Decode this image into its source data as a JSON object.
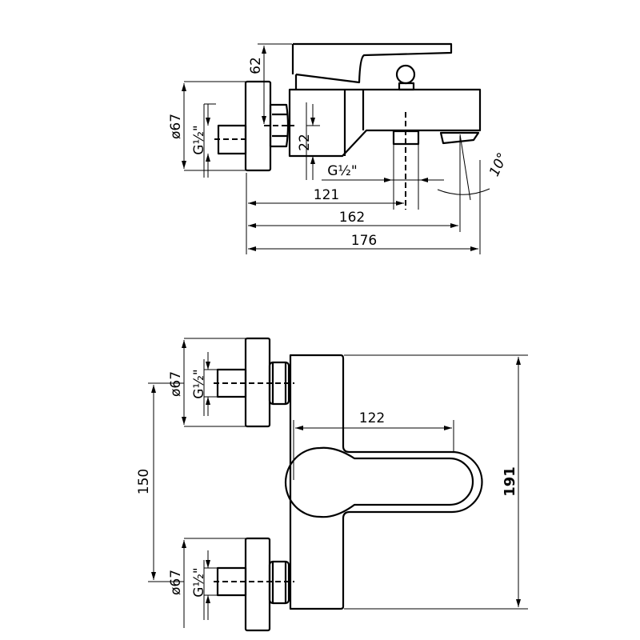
{
  "side_view": {
    "dims": {
      "handle_height": "62",
      "flange_diameter": "ø67",
      "inlet_thread": "G½\"",
      "outlet_offset": "22",
      "outlet_thread": "G½\"",
      "outlet_distance": "121",
      "spout_distance": "162",
      "total_length": "176",
      "spout_angle": "10°"
    }
  },
  "top_view": {
    "dims": {
      "upper_flange_diameter": "ø67",
      "upper_inlet_thread": "G½\"",
      "inlet_spacing": "150",
      "lever_length": "122",
      "body_height": "191",
      "lower_flange_diameter": "ø67",
      "lower_inlet_thread": "G½\""
    }
  }
}
